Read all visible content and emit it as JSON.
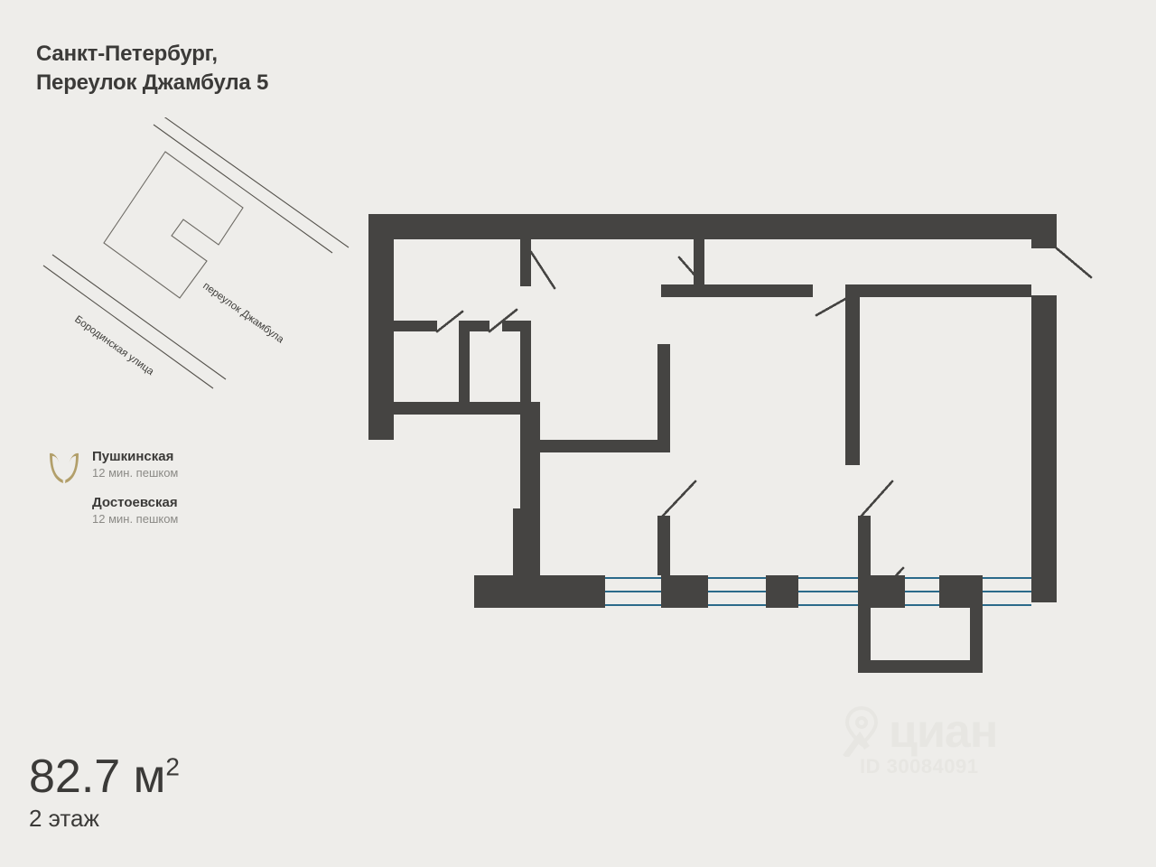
{
  "address": {
    "city_line": "Санкт-Петербург,",
    "street_line": "Переулок Джамбула 5"
  },
  "map": {
    "street_label_1": "переулок Джамбула",
    "street_label_2": "Бородинская улица",
    "line_color": "#55524c",
    "building_outline_color": "#6d6a64"
  },
  "metro": {
    "logo_color": "#b29f6a",
    "stations": [
      {
        "name": "Пушкинская",
        "walk_time": "12 мин. пешком"
      },
      {
        "name": "Достоевская",
        "walk_time": "12 мин. пешком"
      }
    ]
  },
  "summary": {
    "area": "82.7 м",
    "area_superscript": "2",
    "floor": "2 этаж"
  },
  "watermark": {
    "brand": "циан",
    "listing_id": "ID 30084091",
    "color": "#e7e6e2"
  },
  "plan": {
    "wall_color": "#454442",
    "window_color": "#2b6a8a",
    "door_color": "#454442",
    "background": "#eeedea",
    "rooms_count": 6
  },
  "colors": {
    "page_background": "#eeedea",
    "text_primary": "#3b3a38",
    "text_secondary": "#8b8a86",
    "accent_gold": "#b29f6a",
    "wall_dark": "#454442",
    "window_blue": "#2b6a8a"
  }
}
